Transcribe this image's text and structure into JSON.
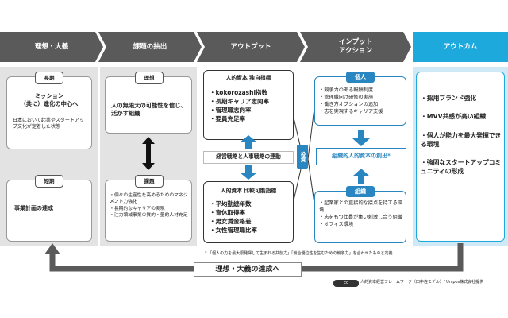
{
  "header": {
    "ideal": "理想・大義",
    "issue": "課題の抽出",
    "output": "アウトプット",
    "input_line1": "インプット",
    "input_line2": "アクション",
    "outcome": "アウトカム"
  },
  "ideal_col": {
    "long_tag": "長期",
    "long_title_1": "ミッション",
    "long_title_2": "（共に）進化の中心へ",
    "long_desc": "日本において起業やスタートアップ文化が定着した状態",
    "short_tag": "短期",
    "short_text": "事業計画の達成"
  },
  "issue_col": {
    "ideal_tag": "理想",
    "ideal_text": "人の無限大の可能性を信じ、活かす組織",
    "issue_tag": "課題",
    "issues": [
      "個々の生産性を高めるためのマネジメント力強化",
      "長期的なキャリアの実現",
      "注力領域事業の質的・量的人材充足"
    ]
  },
  "output_col": {
    "unique_title": "人的資本 独自指標",
    "unique_items": [
      "kokorozashi指数",
      "長期キャリア志向率",
      "管理職志向率",
      "要員充足率"
    ],
    "link_text": "経営戦略と人事戦略の連動",
    "compare_title": "人的資本 比較可能指標",
    "compare_items": [
      "平均勤続年数",
      "育休取得率",
      "男女賃金格差",
      "女性管理職比率"
    ]
  },
  "invest_label": "投資",
  "input_col": {
    "individual_tag": "個人",
    "individual_items": [
      "競争力のある報酬制度",
      "管理職向け研修の実施",
      "働き方オプションの追加",
      "志を実現するキャリア支援"
    ],
    "center_text": "組織的人的資本の創出*",
    "org_tag": "組織",
    "org_items": [
      "起業家との直接的な接点を持てる環境",
      "志をもつ仕員が集い刺激し合う組織",
      "オフィス環境"
    ]
  },
  "outcome_col": {
    "items": [
      "採用ブランド強化",
      "MVV共感が高い組織",
      "個人が能力を最大発揮できる環境",
      "強固なスタートアップコミュニティの形成"
    ]
  },
  "footnote": "* 「個人の力を最大限発揮して生まれる共創力」「競合優位性を生むための競争力」を合わせたものと定義",
  "return_label": "理想・大義の達成へ",
  "credit": "人的資本経営フレームワーク（田中佐モデル）/ Unipos株式会社提供",
  "colors": {
    "header_gray": "#5a5a5a",
    "accent_blue": "#2a86c0",
    "outcome_cyan": "#1ea9dc",
    "column_bg": "#e3e3e3"
  }
}
